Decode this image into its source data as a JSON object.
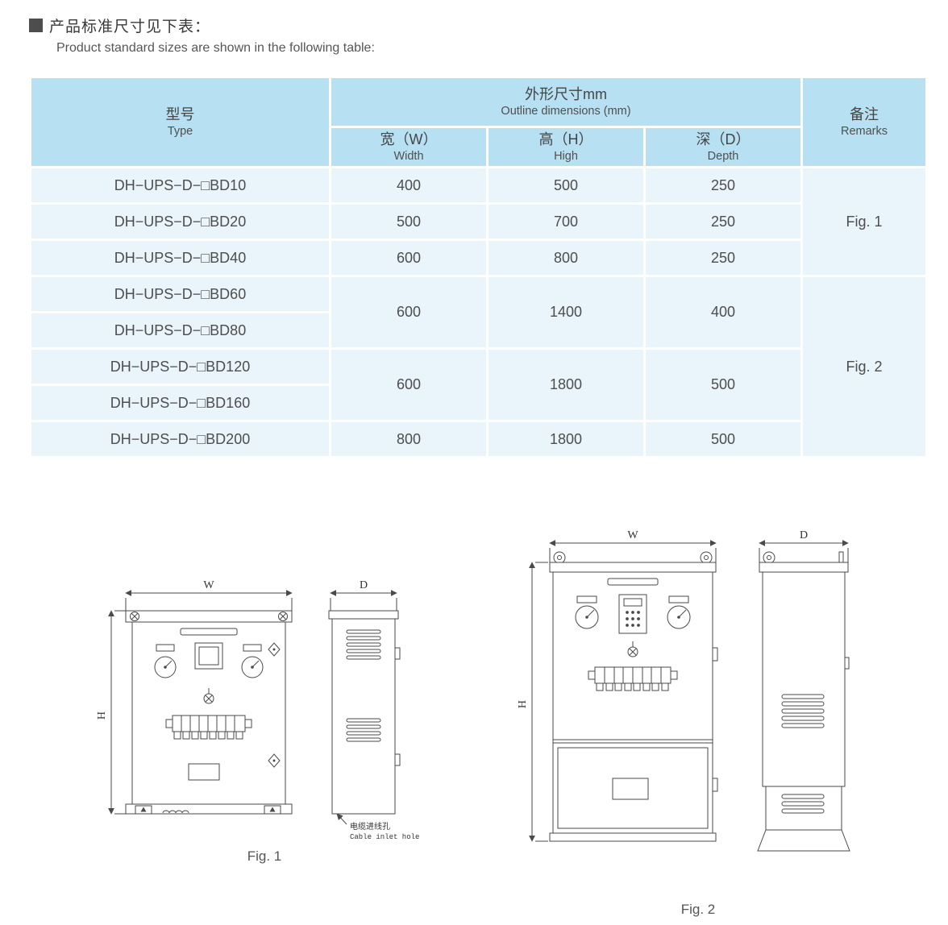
{
  "meta": {
    "header_color": "#b7e1f2",
    "row_color": "#e9f4fb",
    "line_color": "#4a4a4a"
  },
  "heading": {
    "zh": "产品标准尺寸见下表：",
    "en": "Product standard sizes are shown in the following table:"
  },
  "table": {
    "headers": {
      "type_zh": "型号",
      "type_en": "Type",
      "outline_zh": "外形尺寸mm",
      "outline_en": "Outline dimensions  (mm)",
      "width_zh": "宽（W）",
      "width_en": "Width",
      "high_zh": "高（H）",
      "high_en": "High",
      "depth_zh": "深（D）",
      "depth_en": "Depth",
      "remarks_zh": "备注",
      "remarks_en": "Remarks"
    },
    "rows": [
      {
        "type": "DH−UPS−D−□BD10",
        "w": "400",
        "h": "500",
        "d": "250",
        "remark": "Fig. 1"
      },
      {
        "type": "DH−UPS−D−□BD20",
        "w": "500",
        "h": "700",
        "d": "250"
      },
      {
        "type": "DH−UPS−D−□BD40",
        "w": "600",
        "h": "800",
        "d": "250"
      },
      {
        "type": "DH−UPS−D−□BD60",
        "w": "600",
        "h": "1400",
        "d": "400",
        "remark": "Fig. 2"
      },
      {
        "type": "DH−UPS−D−□BD80"
      },
      {
        "type": "DH−UPS−D−□BD120",
        "w": "600",
        "h": "1800",
        "d": "500"
      },
      {
        "type": "DH−UPS−D−□BD160"
      },
      {
        "type": "DH−UPS−D−□BD200",
        "w": "800",
        "h": "1800",
        "d": "500"
      }
    ]
  },
  "figures": {
    "fig1": {
      "caption": "Fig. 1",
      "dim_w": "W",
      "dim_h": "H",
      "dim_d": "D",
      "cable_inlet_zh": "电缆进线孔",
      "cable_inlet_en": "Cable inlet hole"
    },
    "fig2": {
      "caption": "Fig. 2",
      "dim_w": "W",
      "dim_h": "H",
      "dim_d": "D"
    }
  }
}
